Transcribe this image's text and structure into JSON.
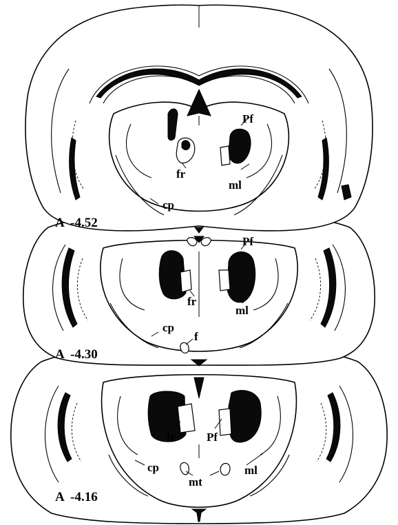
{
  "sections": [
    {
      "level": "A  -4.52",
      "labels": {
        "pf": "Pf",
        "fr": "fr",
        "ml": "ml",
        "cp": "cp"
      }
    },
    {
      "level": "A  -4.30",
      "labels": {
        "pf": "Pf",
        "fr": "fr",
        "ml": "ml",
        "cp": "cp",
        "f": "f"
      }
    },
    {
      "level": "A  -4.16",
      "labels": {
        "pf": "Pf",
        "fr": "fr",
        "ml": "ml",
        "cp": "cp",
        "mt": "mt"
      }
    }
  ]
}
